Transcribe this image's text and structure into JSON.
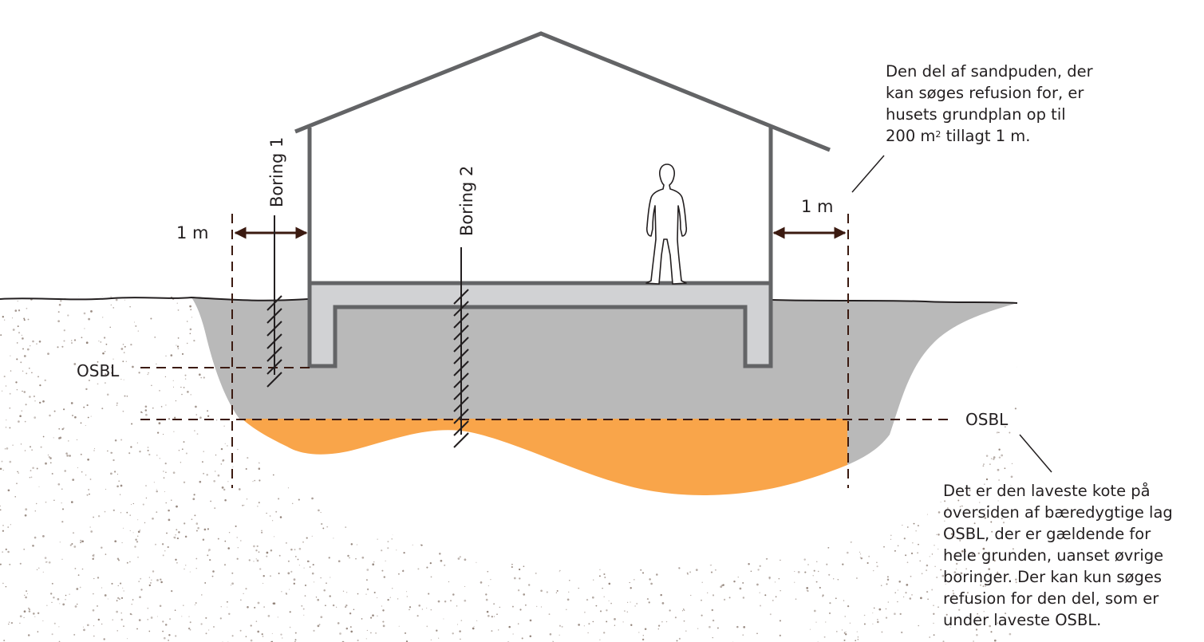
{
  "labels": {
    "boring_1": "Boring 1",
    "boring_2": "Boring 2",
    "dim_left": "1 m",
    "dim_right": "1 m",
    "osbl_left": "OSBL",
    "osbl_right": "OSBL"
  },
  "note_top": {
    "line1": "Den del af sandpuden, der",
    "line2": "kan søges refusion for, er",
    "line3": "husets grundplan op til",
    "line4_pre": "200 m",
    "line4_sup": "2",
    "line4_post": " tillagt 1 m."
  },
  "note_bottom": {
    "lines": [
      "Det er den laveste kote på",
      "oversiden af bæredygtige lag",
      "OSBL, der er gældende for",
      "hele grunden, uanset øvrige",
      "boringer. Der kan kun søges",
      "refusion for den del, som er",
      "under laveste OSBL."
    ]
  },
  "colors": {
    "sand_fill": "#b9b9b9",
    "orange_fill": "#f9a54a",
    "concrete_fill": "#d1d2d4",
    "house_stroke": "#636466",
    "dark_brown": "#3b1a10",
    "text": "#231f20",
    "speckle": "#8a7a70"
  },
  "icons": {
    "person": "person-silhouette-icon",
    "arrow": "double-headed-arrow-icon"
  }
}
